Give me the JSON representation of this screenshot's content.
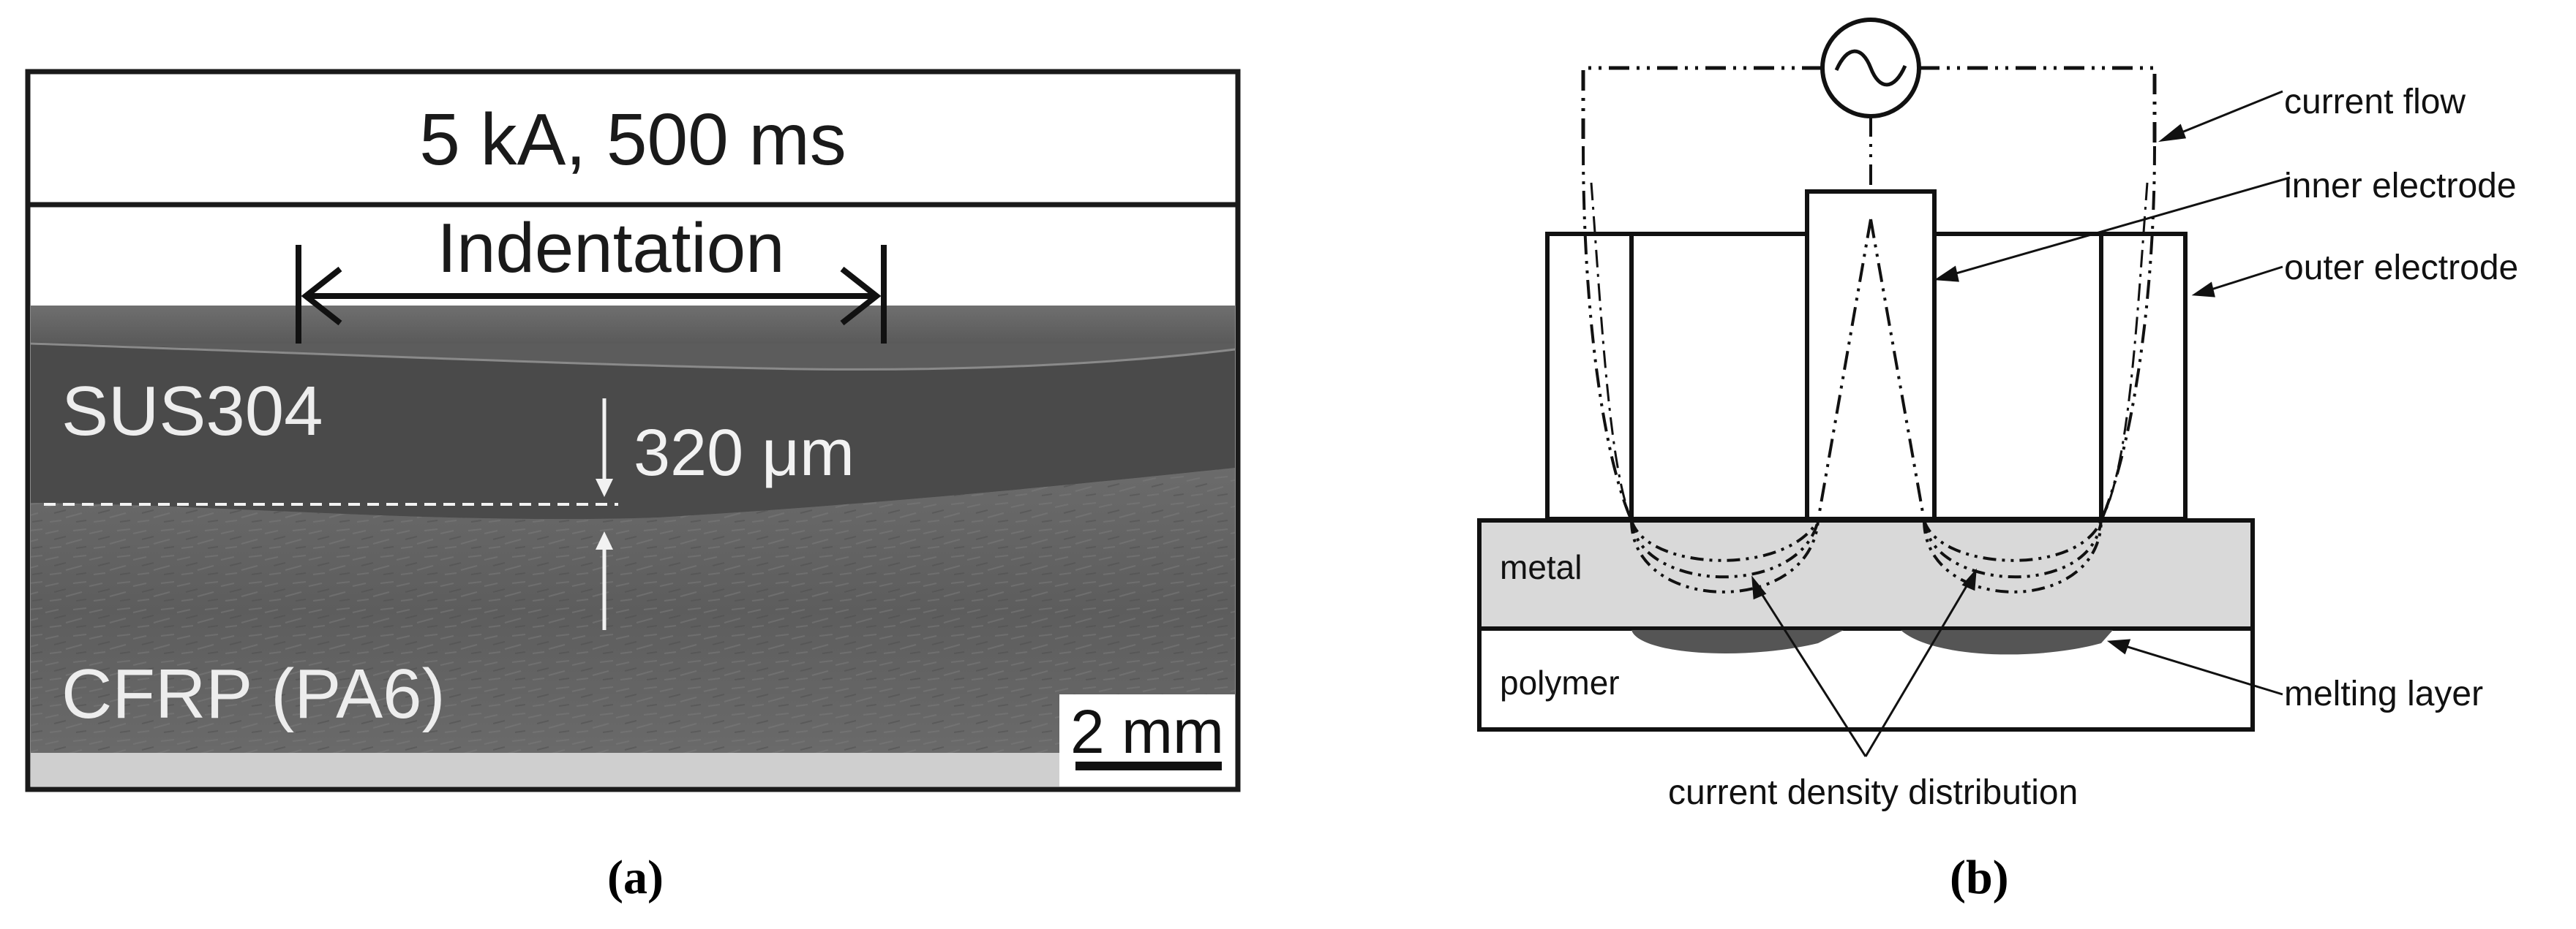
{
  "panel_a": {
    "caption": "(a)",
    "header": "5 kA, 500 ms",
    "indentation_label": "Indentation",
    "upper_material": "SUS304",
    "lower_material": "CFRP (PA6)",
    "depth_label": "320 μm",
    "scale_label": "2 mm"
  },
  "panel_b": {
    "caption": "(b)",
    "labels": {
      "current_flow": "current flow",
      "inner_electrode": "inner electrode",
      "outer_electrode": "outer electrode",
      "metal": "metal",
      "polymer": "polymer",
      "melting_layer": "melting layer",
      "current_density": "current density distribution"
    },
    "source_symbol": "~"
  }
}
